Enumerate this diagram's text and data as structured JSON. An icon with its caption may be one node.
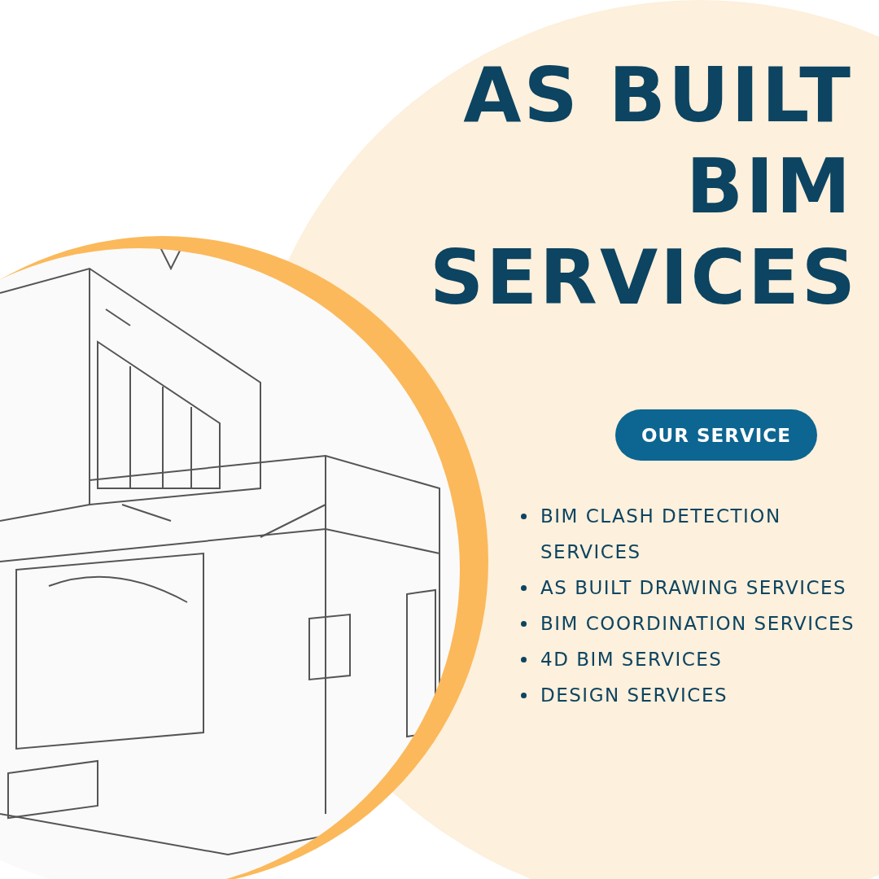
{
  "diagram": {
    "title": "AS BUILT BIM SERVICES",
    "nodes": [
      {
        "text": [
          "OUR SERVICE"
        ]
      }
    ],
    "labels": [
      "BIM CLASH DETECTION SERVICES",
      "AS BUILT DRAWING SERVICES",
      "BIM COORDINATION SERVICES",
      "4D BIM SERVICES",
      "DESIGN SERVICES"
    ]
  }
}
